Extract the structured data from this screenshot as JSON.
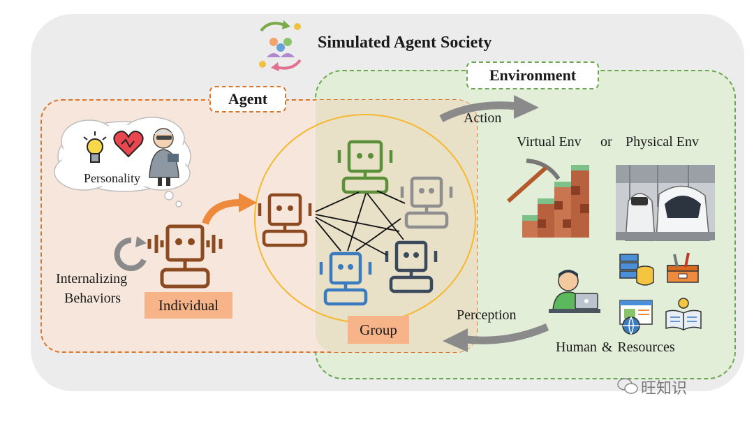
{
  "title": "Simulated Agent Society",
  "agent_label": "Agent",
  "environment_label": "Environment",
  "personality_label": "Personality",
  "internalizing_label_line1": "Internalizing",
  "internalizing_label_line2": "Behaviors",
  "individual_label": "Individual",
  "group_label": "Group",
  "action_label": "Action",
  "perception_label": "Perception",
  "virtual_env_label": "Virtual Env",
  "or_label": "or",
  "physical_env_label": "Physical Env",
  "human_resources_label": "Human  &  Resources",
  "watermark_text": "旺知识",
  "colors": {
    "agent_orange": "#d9762b",
    "env_green": "#6aa84f",
    "group_yellow": "#f5b82e",
    "robot_brown": "#8b4a1f",
    "robot_green": "#5b8f3a",
    "robot_gray": "#8e8e8e",
    "robot_blue": "#3a7abf",
    "robot_dark": "#3a4a5c"
  }
}
